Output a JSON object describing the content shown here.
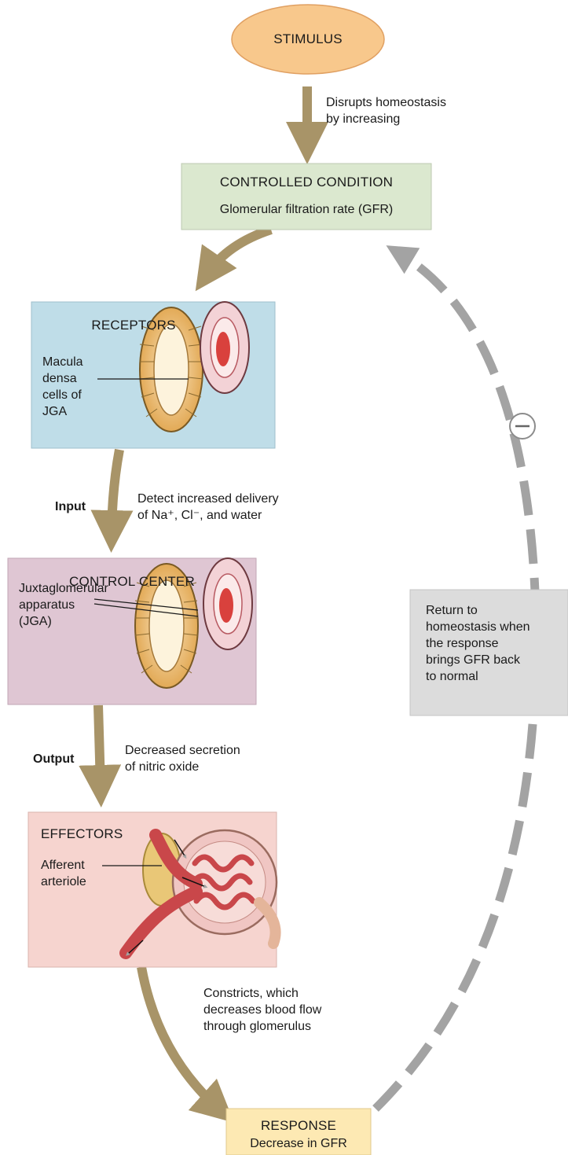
{
  "stimulus": {
    "label": "STIMULUS"
  },
  "edge_stimulus": {
    "text": "Disrupts homeostasis\nby increasing"
  },
  "controlled_condition": {
    "title": "CONTROLLED CONDITION",
    "subtitle": "Glomerular filtration rate (GFR)"
  },
  "receptors": {
    "title": "RECEPTORS",
    "label": "Macula\ndensa\ncells of\nJGA"
  },
  "input": {
    "label": "Input",
    "text": "Detect increased delivery\nof Na⁺, Cl⁻, and water"
  },
  "control_center": {
    "title": "CONTROL CENTER",
    "label": "Juxtaglomerular\napparatus\n(JGA)"
  },
  "output": {
    "label": "Output",
    "text": "Decreased secretion\nof nitric oxide"
  },
  "effectors": {
    "title": "EFFECTORS",
    "label": "Afferent\narteriole"
  },
  "edge_effectors": {
    "text": "Constricts, which\ndecreases blood flow\nthrough glomerulus"
  },
  "response": {
    "title": "RESPONSE",
    "subtitle": "Decrease in GFR"
  },
  "feedback": {
    "sign": "−",
    "text": "Return to\nhomeostasis when\nthe response\nbrings GFR back\nto normal"
  },
  "colors": {
    "arrow": "#a89468",
    "dashed": "#a3a3a3",
    "stimulus_fill": "#f8c88c",
    "condition_fill": "#dbe8cf",
    "receptors_fill": "#bfdde8",
    "center_fill": "#dfc6d3",
    "effectors_fill": "#f6d4cf",
    "response_fill": "#fde9b3",
    "feedback_fill": "#dcdcdc"
  }
}
